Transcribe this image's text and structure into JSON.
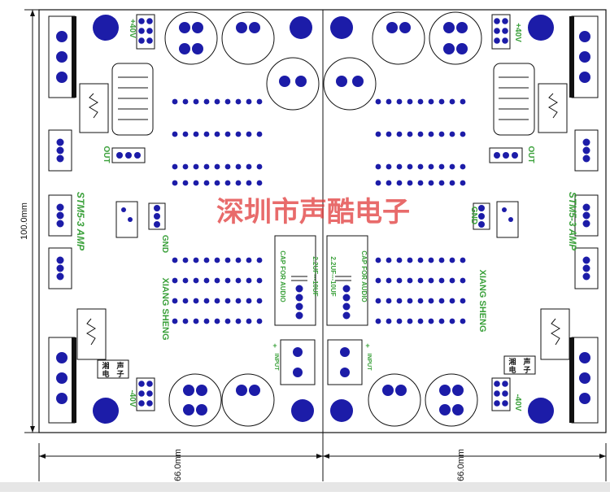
{
  "dimensions": {
    "height_label": "100.0mm",
    "left_width_label": "66.0mm",
    "right_width_label": "66.0mm"
  },
  "watermark": "深圳市声酷电子",
  "board": {
    "title": "STM5-3 AMP",
    "maker": "XIANG SHENG",
    "out_label": "OUT",
    "gnd_label": "GND",
    "input_label": "INPUT",
    "plus_sign": "+",
    "pos_rail": "+40V",
    "neg_rail": "-40V",
    "cap_label_left": "CAP FOR AUDIO",
    "cap_range_left": "2.2UF---10UF",
    "cap_label_right": "CAP FOR AUDIO",
    "cap_range_right": "2.2UF---10UF",
    "logo_text": [
      "湘",
      "声",
      "电",
      "子"
    ]
  },
  "colors": {
    "pad_blue": "#1c1ca8",
    "silk_green": "#3aa03a",
    "watermark_red": "#e03a3a",
    "line_black": "#111111"
  }
}
